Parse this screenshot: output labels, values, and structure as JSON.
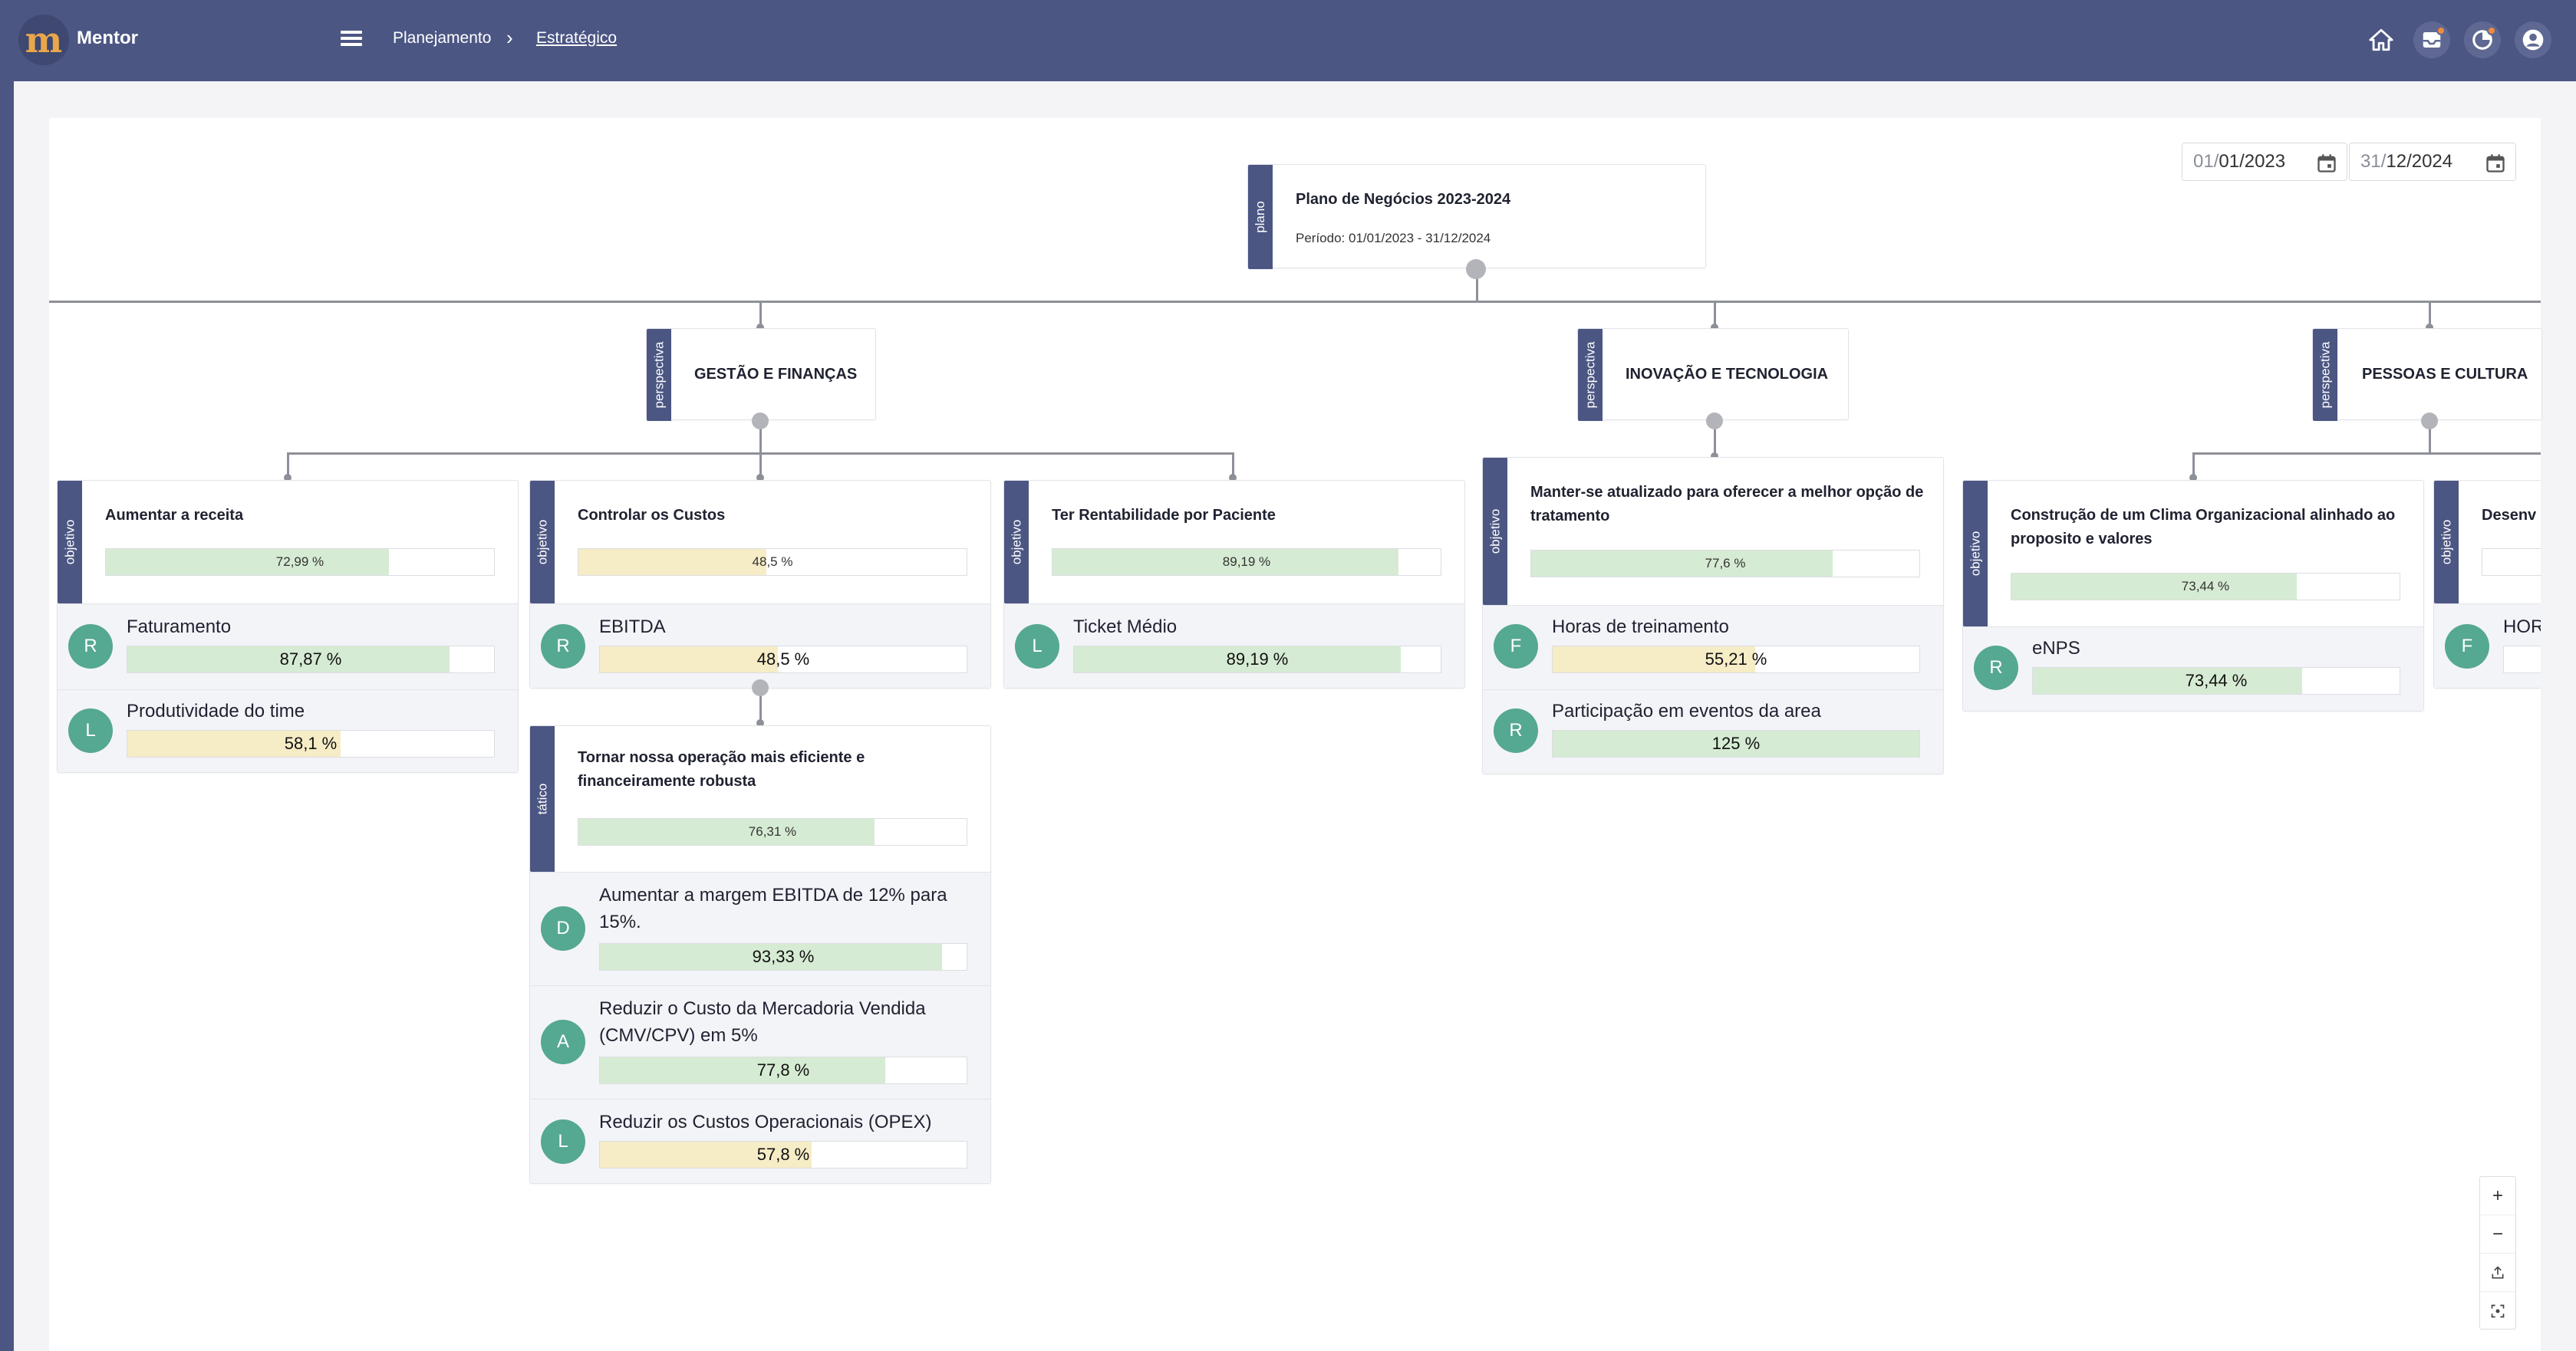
{
  "app": {
    "name": "Mentor",
    "logo": "m"
  },
  "breadcrumb": {
    "first": "Planejamento",
    "separator": "›",
    "current": "Estratégico"
  },
  "header_icons": [
    "home-icon",
    "inbox-icon",
    "notification-icon",
    "account-icon"
  ],
  "dates": {
    "start": {
      "dim": "01/",
      "main": "01/2023"
    },
    "end": {
      "dim": "31/",
      "main": "12/2024"
    }
  },
  "plan": {
    "tag": "plano",
    "title": "Plano de Negócios 2023-2024",
    "period": "Período: 01/01/2023 - 31/12/2024"
  },
  "perspectives": [
    {
      "tag": "perspectiva",
      "title": "GESTÃO E FINANÇAS"
    },
    {
      "tag": "perspectiva",
      "title": "INOVAÇÃO E TECNOLOGIA"
    },
    {
      "tag": "perspectiva",
      "title": "PESSOAS E CULTURA"
    }
  ],
  "objectives": [
    {
      "tag": "objetivo",
      "title": "Aumentar a receita",
      "progress_label": "72,99 %",
      "progress": 72.99,
      "color": "green",
      "krs": [
        {
          "avatar": "R",
          "title": "Faturamento",
          "progress_label": "87,87 %",
          "progress": 87.87,
          "color": "green"
        },
        {
          "avatar": "L",
          "title": "Produtividade do time",
          "progress_label": "58,1 %",
          "progress": 58.1,
          "color": "yellow"
        }
      ]
    },
    {
      "tag": "objetivo",
      "title": "Controlar os Custos",
      "progress_label": "48,5 %",
      "progress": 48.5,
      "color": "yellow",
      "krs": [
        {
          "avatar": "R",
          "title": "EBITDA",
          "progress_label": "48,5 %",
          "progress": 48.5,
          "color": "yellow"
        }
      ]
    },
    {
      "tag": "objetivo",
      "title": "Ter Rentabilidade por Paciente",
      "progress_label": "89,19 %",
      "progress": 89.19,
      "color": "green",
      "krs": [
        {
          "avatar": "L",
          "title": "Ticket Médio",
          "progress_label": "89,19 %",
          "progress": 89.19,
          "color": "green"
        }
      ]
    },
    {
      "tag": "objetivo",
      "title": "Manter-se atualizado para oferecer a melhor opção de tratamento",
      "progress_label": "77,6 %",
      "progress": 77.6,
      "color": "green",
      "krs": [
        {
          "avatar": "F",
          "title": "Horas de treinamento",
          "progress_label": "55,21 %",
          "progress": 55.21,
          "color": "yellow"
        },
        {
          "avatar": "R",
          "title": "Participação em eventos da area",
          "progress_label": "125 %",
          "progress": 100,
          "color": "green"
        }
      ]
    },
    {
      "tag": "objetivo",
      "title": "Construção de um Clima Organizacional alinhado ao proposito e valores",
      "progress_label": "73,44 %",
      "progress": 73.44,
      "color": "green",
      "krs": [
        {
          "avatar": "R",
          "title": "eNPS",
          "progress_label": "73,44 %",
          "progress": 73.44,
          "color": "green"
        }
      ]
    },
    {
      "tag": "objetivo",
      "title": "Desenv",
      "progress_label": "",
      "progress": 0,
      "color": "green",
      "krs": [
        {
          "avatar": "F",
          "title": "HOR",
          "progress_label": "",
          "progress": 0,
          "color": "green"
        }
      ]
    }
  ],
  "tactical": {
    "tag": "tático",
    "title": "Tornar nossa operação mais eficiente e financeiramente robusta",
    "progress_label": "76,31 %",
    "progress": 76.31,
    "color": "green",
    "krs": [
      {
        "avatar": "D",
        "title": "Aumentar a margem EBITDA de 12% para 15%.",
        "progress_label": "93,33 %",
        "progress": 93.33,
        "color": "green"
      },
      {
        "avatar": "A",
        "title": "Reduzir o Custo da Mercadoria Vendida (CMV/CPV) em 5%",
        "progress_label": "77,8 %",
        "progress": 77.8,
        "color": "green"
      },
      {
        "avatar": "L",
        "title": "Reduzir os Custos Operacionais (OPEX)",
        "progress_label": "57,8 %",
        "progress": 57.8,
        "color": "yellow"
      }
    ]
  },
  "zoom": {
    "in": "+",
    "out": "−"
  },
  "colors": {
    "header": "#4b5683",
    "tag": "#4b5683",
    "green": "#d6ebd3",
    "yellow": "#f6ecc6",
    "avatar": "#55a891"
  }
}
